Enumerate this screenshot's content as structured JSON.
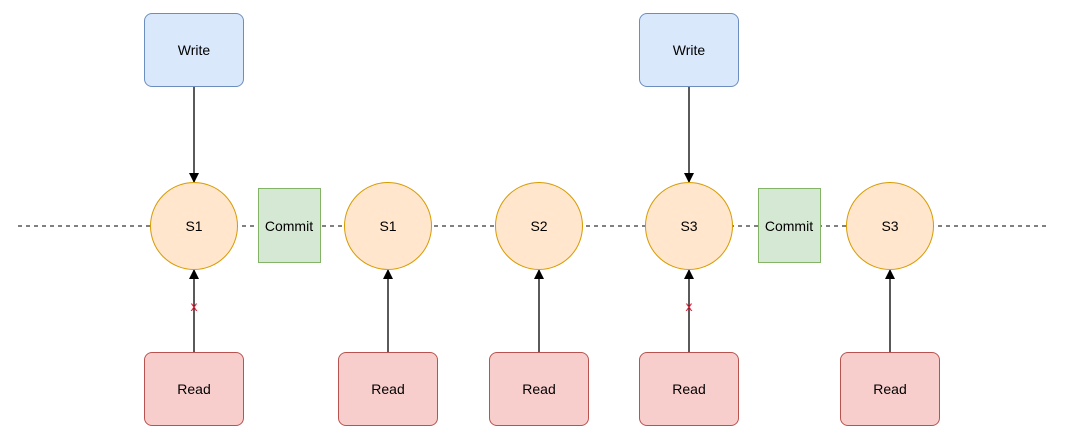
{
  "colors": {
    "write_fill": "#dae8fc",
    "write_stroke": "#6c8ebf",
    "read_fill": "#f8cecc",
    "read_stroke": "#b85450",
    "commit_fill": "#d5e8d4",
    "commit_stroke": "#82b366",
    "state_fill": "#ffe6cc",
    "state_stroke": "#d79b00",
    "blocked_mark": "#e6203a",
    "line": "#000000"
  },
  "write_label": "Write",
  "read_label": "Read",
  "commit_label": "Commit",
  "blocked_mark": "x",
  "timeline": [
    {
      "kind": "state",
      "label": "S1",
      "write": true,
      "read": true,
      "read_blocked": true
    },
    {
      "kind": "commit",
      "label": "Commit"
    },
    {
      "kind": "state",
      "label": "S1",
      "write": false,
      "read": true,
      "read_blocked": false
    },
    {
      "kind": "state",
      "label": "S2",
      "write": false,
      "read": true,
      "read_blocked": false
    },
    {
      "kind": "state",
      "label": "S3",
      "write": true,
      "read": true,
      "read_blocked": true
    },
    {
      "kind": "commit",
      "label": "Commit"
    },
    {
      "kind": "state",
      "label": "S3",
      "write": false,
      "read": true,
      "read_blocked": false
    }
  ]
}
